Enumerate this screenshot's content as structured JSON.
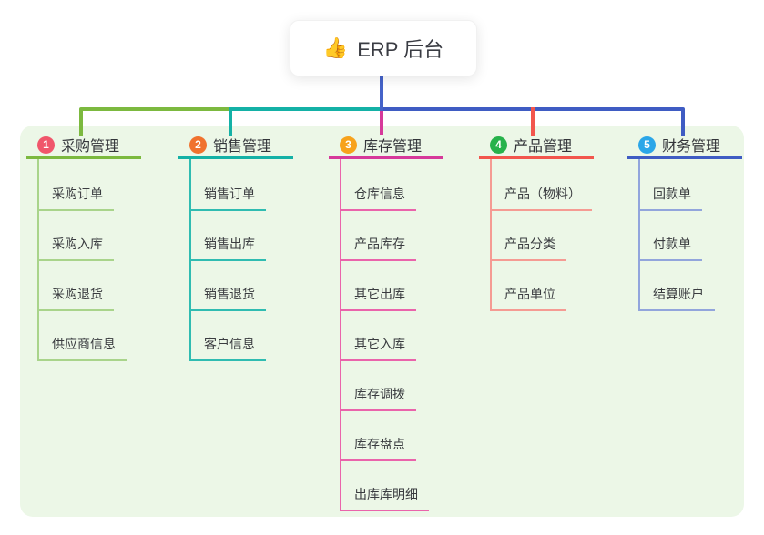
{
  "root": {
    "icon": "👍",
    "label": "ERP 后台",
    "connector_color": "#4563c9"
  },
  "panel_color": "#ecf7e7",
  "branches": [
    {
      "num": "1",
      "title": "采购管理",
      "name": "purchase",
      "badge_color": "#f0566b",
      "line_color": "#7cb93f",
      "child_line_color": "#a9d48b",
      "children": [
        "采购订单",
        "采购入库",
        "采购退货",
        "供应商信息"
      ]
    },
    {
      "num": "2",
      "title": "销售管理",
      "name": "sales",
      "badge_color": "#f0722e",
      "line_color": "#14b1a6",
      "child_line_color": "#2fbcb1",
      "children": [
        "销售订单",
        "销售出库",
        "销售退货",
        "客户信息"
      ]
    },
    {
      "num": "3",
      "title": "库存管理",
      "name": "inventory",
      "badge_color": "#f7a21c",
      "line_color": "#d6399a",
      "child_line_color": "#ea64ab",
      "children": [
        "仓库信息",
        "产品库存",
        "其它出库",
        "其它入库",
        "库存调拨",
        "库存盘点",
        "出库库明细"
      ]
    },
    {
      "num": "4",
      "title": "产品管理",
      "name": "product",
      "badge_color": "#27b24b",
      "line_color": "#f2564d",
      "child_line_color": "#f59b93",
      "children": [
        "产品（物料）",
        "产品分类",
        "产品单位"
      ]
    },
    {
      "num": "5",
      "title": "财务管理",
      "name": "finance",
      "badge_color": "#2ba6e8",
      "line_color": "#3f5cc3",
      "child_line_color": "#92a5dc",
      "children": [
        "回款单",
        "付款单",
        "结算账户"
      ]
    }
  ]
}
